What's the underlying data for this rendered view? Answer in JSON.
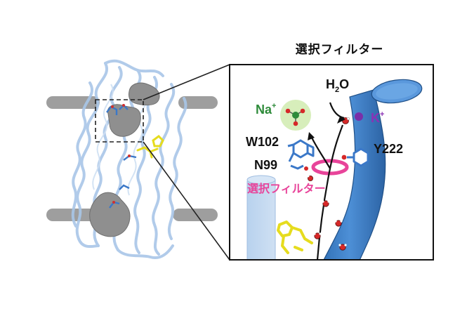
{
  "title": "選択フィルター",
  "labels": {
    "water": {
      "main": "H",
      "sub": "2",
      "tail": "O"
    },
    "sodium": {
      "main": "Na",
      "sup": "+"
    },
    "potassium": {
      "main": "K",
      "sup": "+"
    },
    "w102": "W102",
    "n99": "N99",
    "y222": "Y222",
    "filter": "選択フィルター"
  },
  "colors": {
    "helix": "#b9d2ec",
    "helix_outline": "#8fb3dc",
    "membrane": "#9c9c9c",
    "pocket": "#8a8a8a",
    "tube": "#3f7fc5",
    "sodium": "#2e8b3a",
    "potassium": "#8a32b5",
    "filter": "#e8449a",
    "ligand": "#e8e02a",
    "residue": "#3b78c8"
  }
}
